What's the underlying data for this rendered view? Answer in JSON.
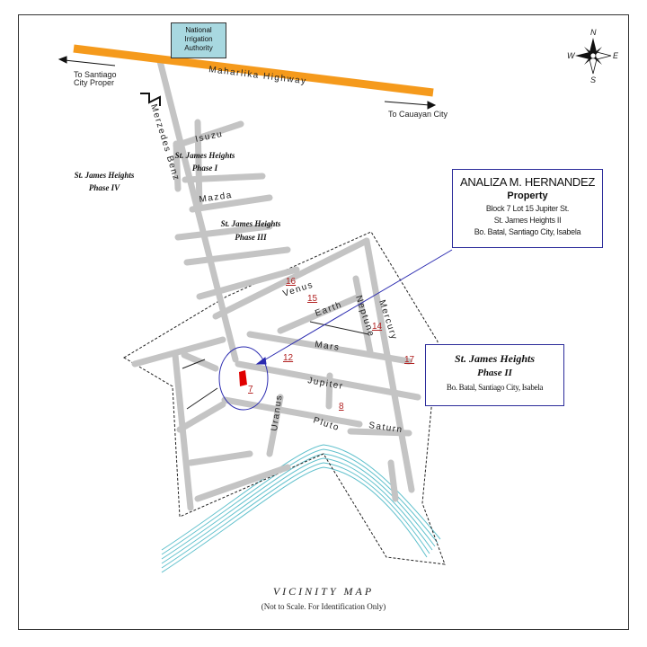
{
  "map": {
    "title": "VICINITY MAP",
    "subtitle": "(Not to Scale. For Identification Only)",
    "landmark": "National Irrigation Authority",
    "landmark_lines": [
      "National",
      "Irrigation",
      "Authority"
    ],
    "highway": "Maharlika Highway",
    "direction_left": [
      "To Santiago",
      "City Proper"
    ],
    "direction_right": "To Cauayan City",
    "compass": {
      "n": "N",
      "s": "S",
      "e": "E",
      "w": "W"
    }
  },
  "streets": {
    "merzedes_benz": "Merzedes Benz",
    "isuzu": "Isuzu",
    "mazda": "Mazda",
    "venus": "Venus",
    "earth": "Earth",
    "neptune": "Neptune",
    "mercury": "Mercury",
    "mars": "Mars",
    "jupiter": "Jupiter",
    "uranus": "Uranus",
    "pluto": "Pluto",
    "saturn": "Saturn"
  },
  "phases": {
    "phase1": [
      "St. James Heights",
      "Phase I"
    ],
    "phase3": [
      "St. James Heights",
      "Phase III"
    ],
    "phase4": [
      "St. James Heights",
      "Phase IV"
    ]
  },
  "lots": [
    "16",
    "15",
    "14",
    "12",
    "17",
    "7",
    "8"
  ],
  "property_box": {
    "owner": "ANALIZA M. HERNANDEZ",
    "label": "Property",
    "line1": "Block 7 Lot 15 Jupiter St.",
    "line2": "St. James Heights II",
    "line3": "Bo. Batal, Santiago City, Isabela"
  },
  "phase2_box": {
    "title": "St. James Heights",
    "phase": "Phase II",
    "address": "Bo. Batal, Santiago City, Isabela"
  },
  "colors": {
    "highway": "#f59a1c",
    "road": "#c4c4c4",
    "river": "#5fc0cc",
    "marker": "#e00000",
    "pointer": "#2b2bb0",
    "landmark_fill": "#a8d8e0"
  }
}
